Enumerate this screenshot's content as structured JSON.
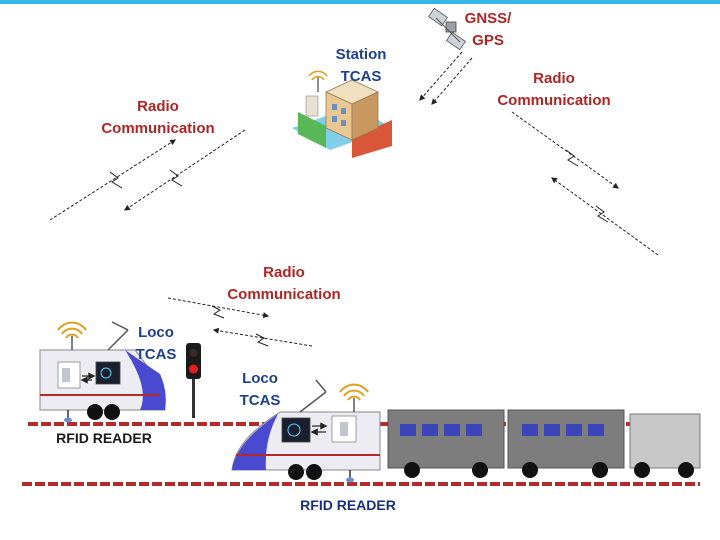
{
  "labels": {
    "gnss_line1": "GNSS/",
    "gnss_line2": "GPS",
    "station_line1": "Station",
    "station_line2": "TCAS",
    "radio_left_line1": "Radio",
    "radio_left_line2": "Communication",
    "radio_right_line1": "Radio",
    "radio_right_line2": "Communication",
    "radio_mid_line1": "Radio",
    "radio_mid_line2": "Communication",
    "loco1_line1": "Loco",
    "loco1_line2": "TCAS",
    "loco2_line1": "Loco",
    "loco2_line2": "TCAS",
    "rfid1": "RFID READER",
    "rfid2": "RFID READER"
  },
  "colors": {
    "accent_bar": "#35b4e8",
    "radio_text": "#b02424",
    "station_text": "#1f3f8f",
    "rail": "#b22a2a",
    "coach_body": "#7d7d7d",
    "coach_window": "#3b44b8"
  },
  "icons": [
    "satellite-icon",
    "station-building-icon",
    "antenna-signal-icon",
    "signal-light-icon",
    "locomotive-icon",
    "coach-icon",
    "rfid-tag-icon"
  ]
}
